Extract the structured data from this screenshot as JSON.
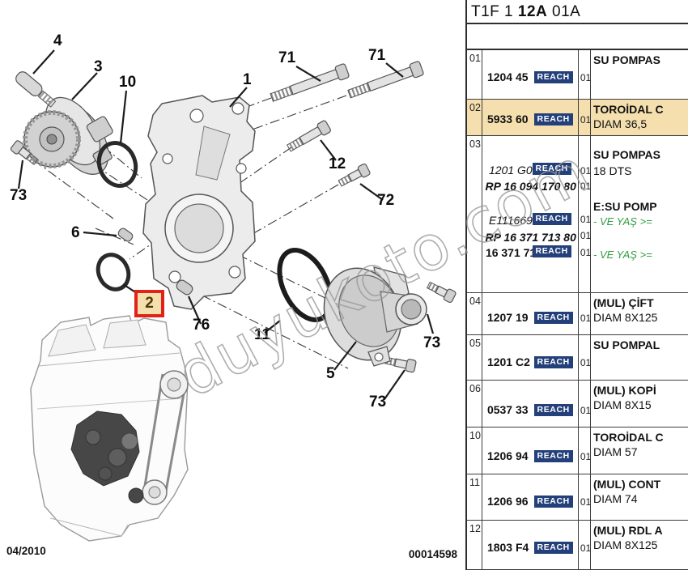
{
  "header": {
    "code_pre": "T1F 1 ",
    "code_bold": "12A",
    "code_post": " 01A"
  },
  "watermark": "duyukoto.com",
  "reach_badge": "REACH",
  "footer": {
    "date": "04/2010",
    "doc_number": "00014598"
  },
  "colors": {
    "highlight": "#f5dfae",
    "reach_bg": "#24407a",
    "note_green": "#2f9e3f",
    "box_red": "#e02318"
  },
  "callouts": {
    "c4": "4",
    "c3": "3",
    "c10": "10",
    "c1": "1",
    "c71a": "71",
    "c71b": "71",
    "c12": "12",
    "c72": "72",
    "c73a": "73",
    "c6": "6",
    "c2": "2",
    "c76": "76",
    "c11": "11",
    "c5": "5",
    "c73b": "73",
    "c73c": "73"
  },
  "table": {
    "rows": [
      {
        "ref": "01",
        "part": "1204 45",
        "qty": "01",
        "desc1": "SU POMPAS",
        "desc2": ""
      },
      {
        "ref": "02",
        "part": "5933 60",
        "qty": "01",
        "desc1": "TOROİDAL C",
        "desc2": "DIAM 36,5"
      },
      {
        "ref": "03",
        "desc_top": "SU POMPAS",
        "sub1": {
          "part": "1201 G0",
          "qty": "01",
          "desc": "18 DTS"
        },
        "sub2": {
          "part": "RP 16 094 170 80",
          "qty": "01"
        },
        "desc_e": "E:SU POMP",
        "sub3": {
          "part": "E111669",
          "qty": "01",
          "note": "- VE YAŞ >="
        },
        "sub4": {
          "part": "RP 16 371 713 80",
          "qty": "01"
        },
        "sub5": {
          "part": "16 371 713 80",
          "qty": "01",
          "note": "- VE YAŞ >="
        }
      },
      {
        "ref": "04",
        "part": "1207 19",
        "qty": "01",
        "desc1": "(MUL) ÇİFT",
        "desc2": "DIAM 8X125"
      },
      {
        "ref": "05",
        "part": "1201 C2",
        "qty": "01",
        "desc1": "SU POMPAL",
        "desc2": ""
      },
      {
        "ref": "06",
        "part": "0537 33",
        "qty": "01",
        "desc1": "(MUL) KOPİ",
        "desc2": "DIAM 8X15"
      },
      {
        "ref": "10",
        "part": "1206 94",
        "qty": "01",
        "desc1": "TOROİDAL C",
        "desc2": "DIAM 57"
      },
      {
        "ref": "11",
        "part": "1206 96",
        "qty": "01",
        "desc1": "(MUL) CONT",
        "desc2": "DIAM 74"
      },
      {
        "ref": "12",
        "part": "1803 F4",
        "qty": "01",
        "desc1": "(MUL) RDL A",
        "desc2": "DIAM 8X125"
      }
    ]
  }
}
